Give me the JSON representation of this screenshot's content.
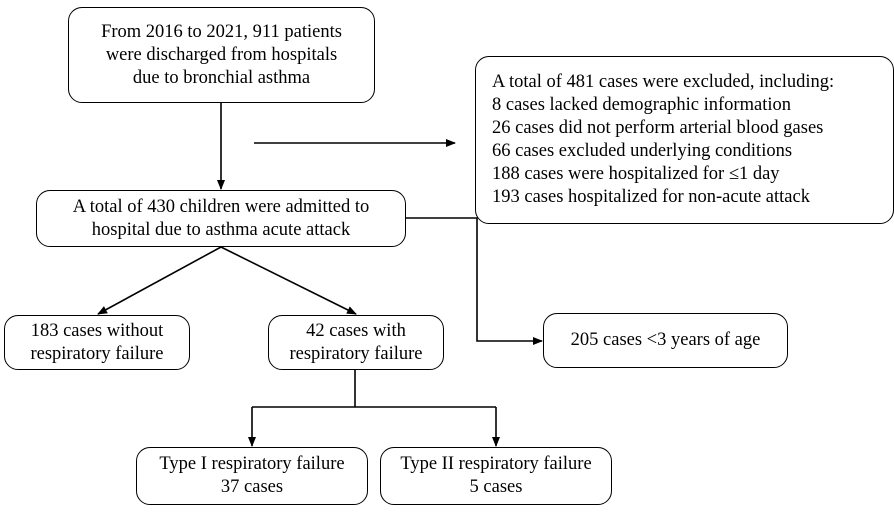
{
  "nodes": {
    "discharged": {
      "lines": [
        "From 2016 to 2021, 911 patients",
        "were discharged from hospitals",
        "due to bronchial asthma"
      ]
    },
    "excluded": {
      "lines": [
        "A total of 481 cases were excluded, including:",
        "8 cases lacked demographic information",
        "26 cases did not perform arterial blood gases",
        "66 cases excluded underlying conditions",
        "188 cases were hospitalized for ≤1 day",
        "193 cases hospitalized for non-acute attack"
      ]
    },
    "admitted": {
      "lines": [
        "A total of 430 children were admitted to",
        "hospital due to asthma acute attack"
      ]
    },
    "without_failure": {
      "lines": [
        "183 cases without",
        "respiratory failure"
      ]
    },
    "with_failure": {
      "lines": [
        "42 cases with",
        "respiratory failure"
      ]
    },
    "under_three": {
      "lines": [
        "205 cases <3 years of age"
      ]
    },
    "type_one": {
      "lines": [
        "Type I respiratory failure",
        "37 cases"
      ]
    },
    "type_two": {
      "lines": [
        "Type II respiratory failure",
        "5 cases"
      ]
    }
  },
  "colors": {
    "stroke": "#000000",
    "background": "#ffffff"
  }
}
